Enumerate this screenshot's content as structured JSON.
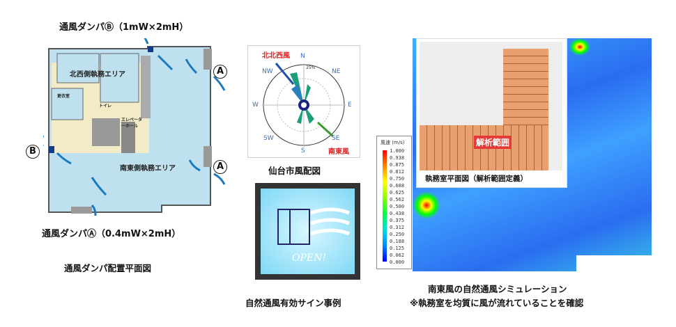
{
  "left_plan": {
    "damper_b_label": "通風ダンパⒷ（1mW×2mH）",
    "damper_a_label": "通風ダンパⒶ（0.4mW×2mH）",
    "marker_a": "A",
    "marker_b": "B",
    "area_nw": "北西側執務エリア",
    "area_se": "南東側執務エリア",
    "room_locker": "更衣室",
    "room_toilet": "トイレ",
    "room_elevator": "エレベーターホール",
    "caption": "通風ダンパ配置平面図"
  },
  "wind_rose": {
    "directions": [
      "N",
      "NE",
      "E",
      "SE",
      "S",
      "SW",
      "W",
      "NW"
    ],
    "scale": "25%",
    "nnw_label": "北北西風",
    "se_label": "南東風",
    "caption": "仙台市風配図"
  },
  "sign": {
    "text": "OPEN!",
    "caption": "自然通風有効サイン事例"
  },
  "simulation": {
    "inset_label": "解析範囲",
    "inset_caption": "執務室平面図（解析範囲定義）",
    "legend_title": "風速 (m/s)",
    "legend_values": [
      "1.000",
      "0.938",
      "0.875",
      "0.812",
      "0.750",
      "0.688",
      "0.625",
      "0.562",
      "0.500",
      "0.438",
      "0.375",
      "0.312",
      "0.250",
      "0.188",
      "0.125",
      "0.062",
      "0.000"
    ],
    "caption_line1": "南東風の自然通風シミュレーション",
    "caption_line2": "※執務室を均質に風が流れていることを確認"
  }
}
